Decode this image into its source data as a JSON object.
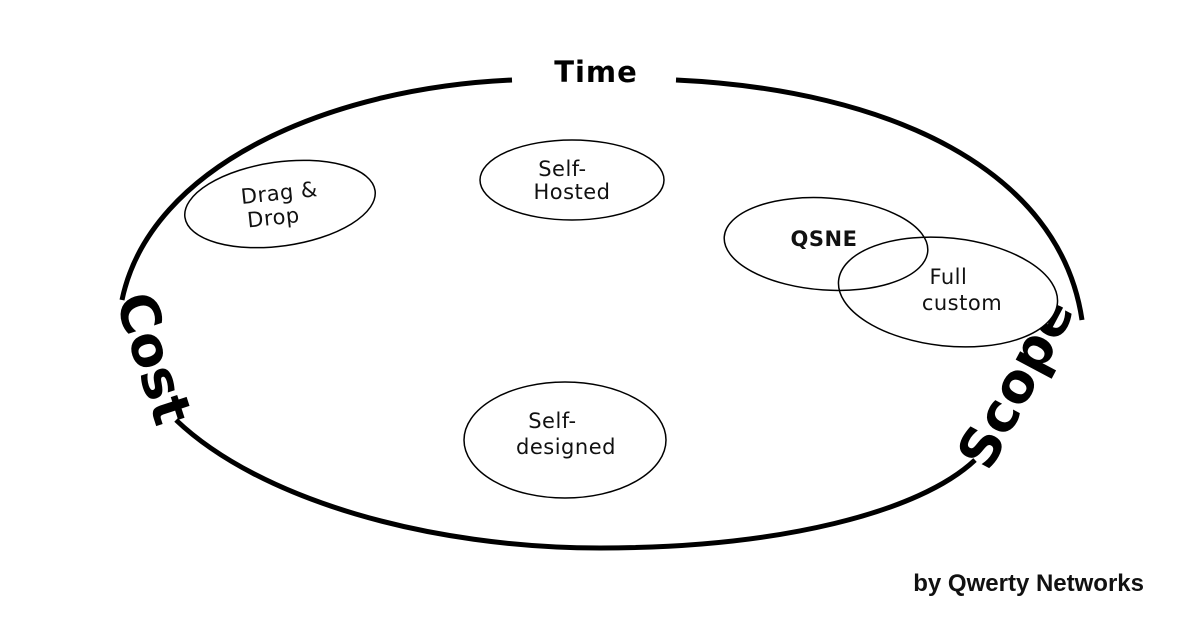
{
  "axes": {
    "top": "Time",
    "left": "Cost",
    "right": "Scope"
  },
  "nodes": {
    "drag_drop": [
      "Drag &",
      "Drop"
    ],
    "self_hosted": [
      "Self-",
      "Hosted"
    ],
    "qsne": [
      "QSNE"
    ],
    "full_custom": [
      "Full",
      "custom"
    ],
    "self_designed": [
      "Self-",
      "designed"
    ]
  },
  "credit": "by Qwerty Networks"
}
